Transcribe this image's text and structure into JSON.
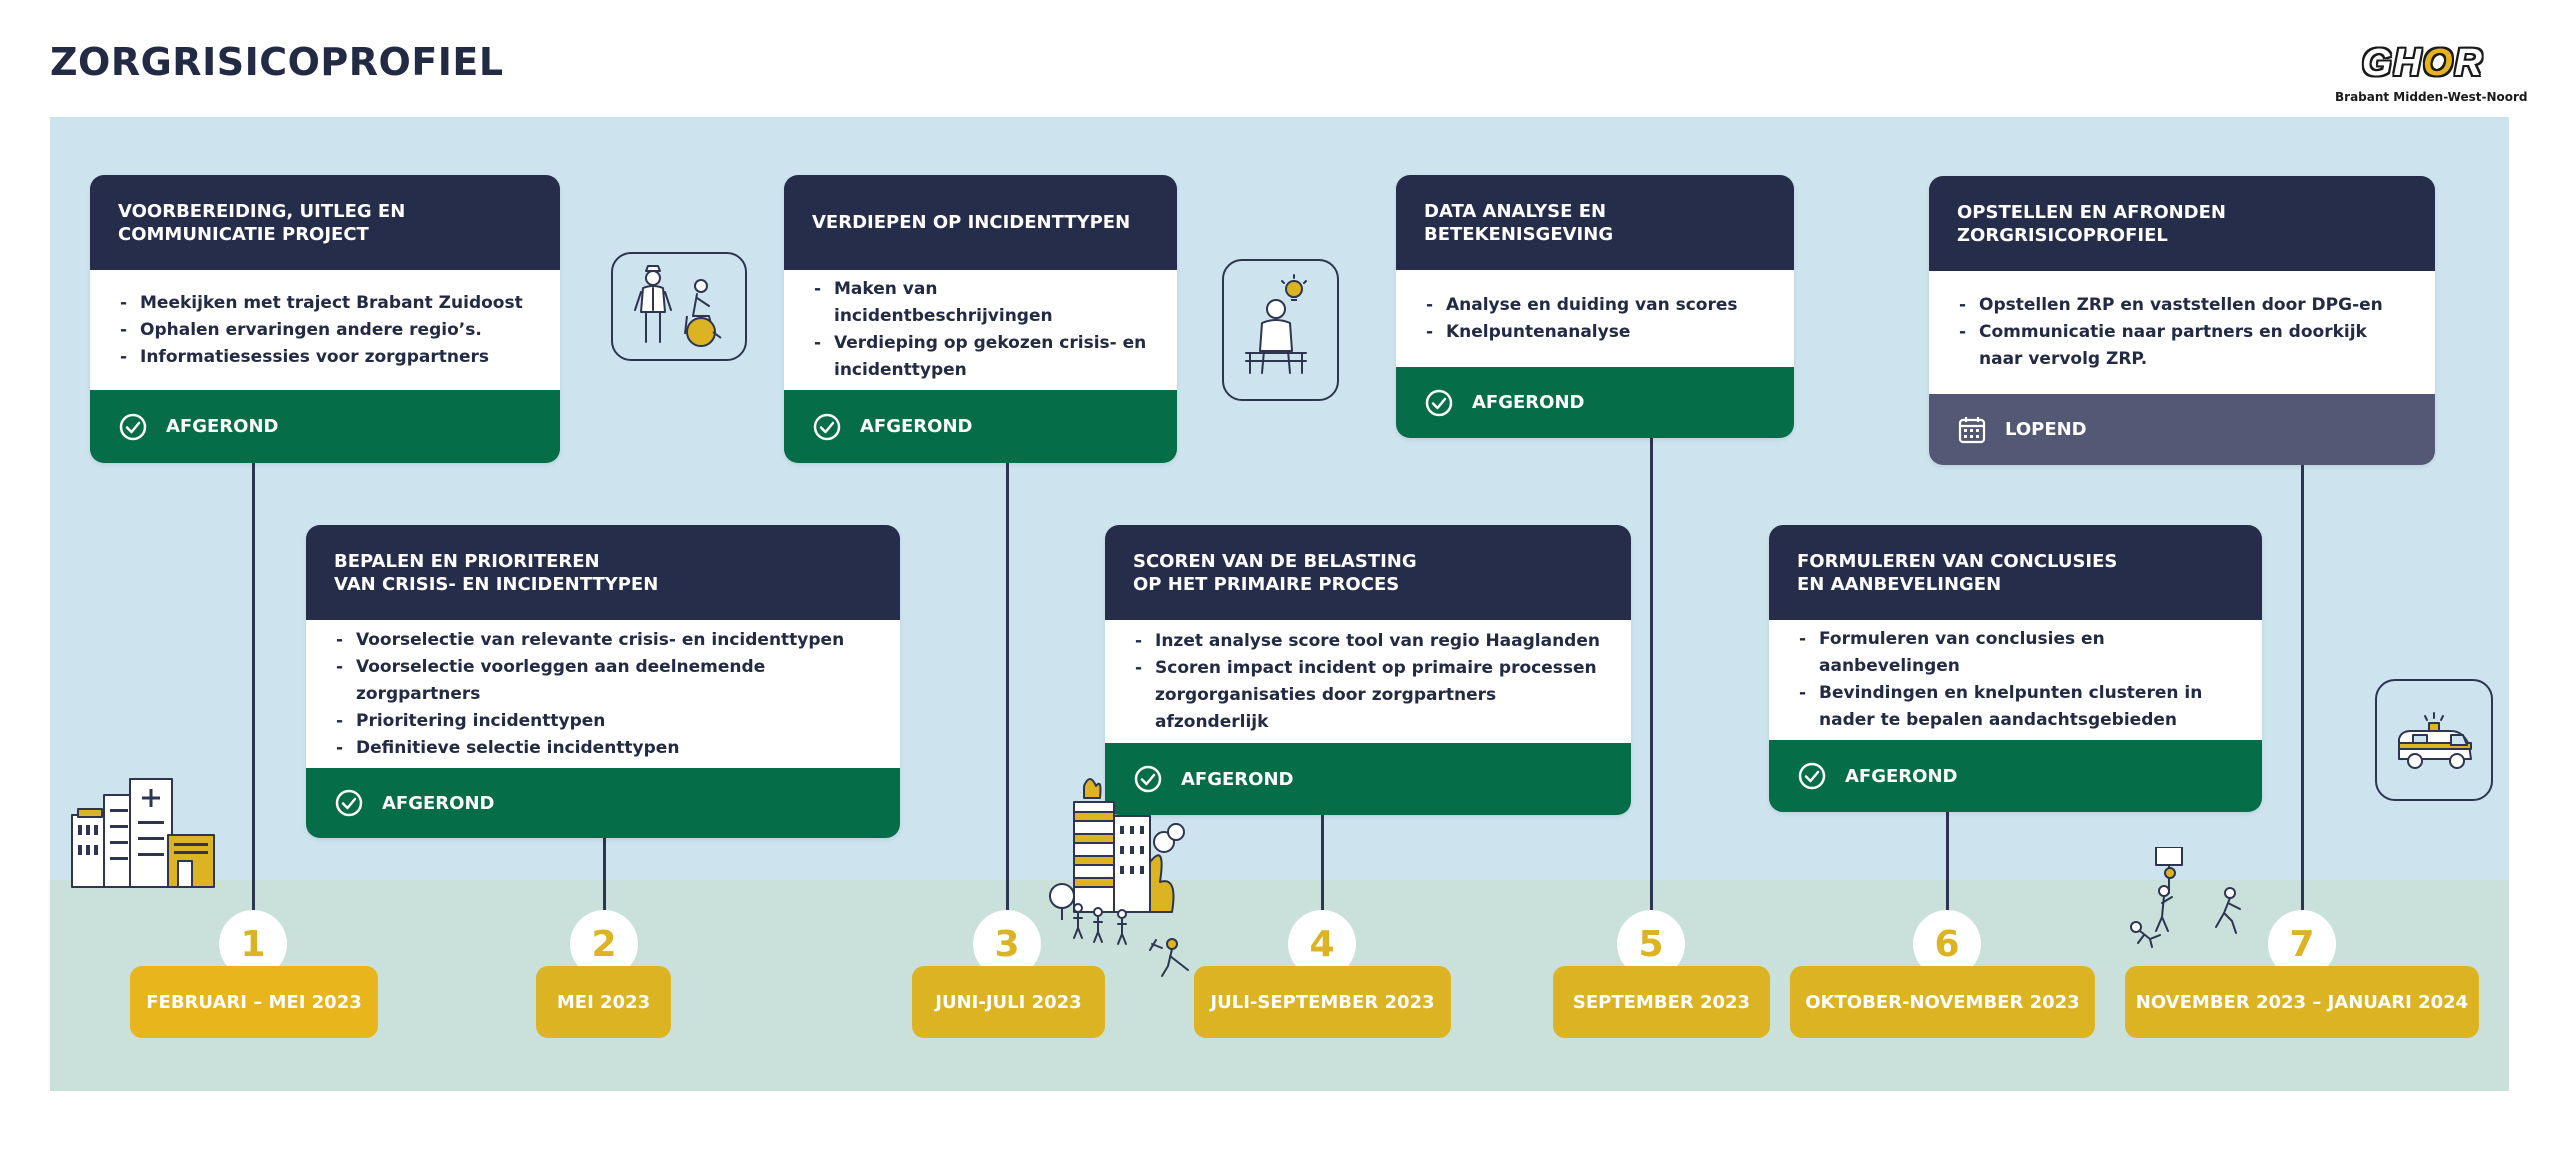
{
  "title": "ZORGRISICOPROFIEL",
  "logo": {
    "word_left": "GH",
    "word_o": "O",
    "word_right": "R",
    "subtitle": "Brabant Midden-West-Noord"
  },
  "colors": {
    "navy": "#262d4a",
    "green": "#056d48",
    "slate": "#535874",
    "gold": "#dcb322",
    "sky": "#cde3ee",
    "ground": "#c9e1da"
  },
  "status": {
    "done": "AFGEROND",
    "ongoing": "LOPEND"
  },
  "steps": [
    {
      "number": "1",
      "date": "FEBRUARI – MEI 2023",
      "title_lines": [
        "VOORBEREIDING, UITLEG EN",
        "COMMUNICATIE PROJECT"
      ],
      "items": [
        "Meekijken met traject Brabant Zuidoost",
        "Ophalen ervaringen andere regio’s.",
        "Informatiesessies voor zorgpartners"
      ],
      "status": "AFGEROND"
    },
    {
      "number": "2",
      "date": "MEI 2023",
      "title_lines": [
        "BEPALEN EN PRIORITEREN",
        "VAN CRISIS- EN INCIDENTTYPEN"
      ],
      "items": [
        "Voorselectie van relevante crisis- en incidenttypen",
        "Voorselectie voorleggen aan deelnemende zorgpartners",
        "Prioritering incidenttypen",
        "Definitieve selectie incidenttypen"
      ],
      "status": "AFGEROND"
    },
    {
      "number": "3",
      "date": "JUNI-JULI 2023",
      "title_lines": [
        "VERDIEPEN OP INCIDENTTYPEN"
      ],
      "items": [
        "Maken van incidentbeschrijvingen",
        "Verdieping op gekozen crisis- en incidenttypen"
      ],
      "status": "AFGEROND"
    },
    {
      "number": "4",
      "date": "JULI-SEPTEMBER 2023",
      "title_lines": [
        "SCOREN VAN DE BELASTING",
        "OP HET PRIMAIRE PROCES"
      ],
      "items": [
        "Inzet analyse score tool van regio Haaglanden",
        "Scoren impact incident op primaire processen zorgorganisaties door zorgpartners afzonderlijk"
      ],
      "status": "AFGEROND"
    },
    {
      "number": "5",
      "date": "SEPTEMBER 2023",
      "title_lines": [
        "DATA ANALYSE EN BETEKENISGEVING"
      ],
      "items": [
        "Analyse en duiding van scores",
        "Knelpuntenanalyse"
      ],
      "status": "AFGEROND"
    },
    {
      "number": "6",
      "date": "OKTOBER-NOVEMBER 2023",
      "title_lines": [
        "FORMULEREN VAN CONCLUSIES",
        "EN AANBEVELINGEN"
      ],
      "items": [
        "Formuleren van conclusies en aanbevelingen",
        "Bevindingen en knelpunten clusteren in nader te bepalen aandachtsgebieden"
      ],
      "status": "AFGEROND"
    },
    {
      "number": "7",
      "date": "NOVEMBER 2023 – JANUARI 2024",
      "title_lines": [
        "OPSTELLEN EN AFRONDEN ZORGRISICOPROFIEL"
      ],
      "items": [
        "Opstellen ZRP en vaststellen door DPG-en",
        "Communicatie naar partners en doorkijk naar vervolg ZRP."
      ],
      "status": "LOPEND"
    }
  ]
}
